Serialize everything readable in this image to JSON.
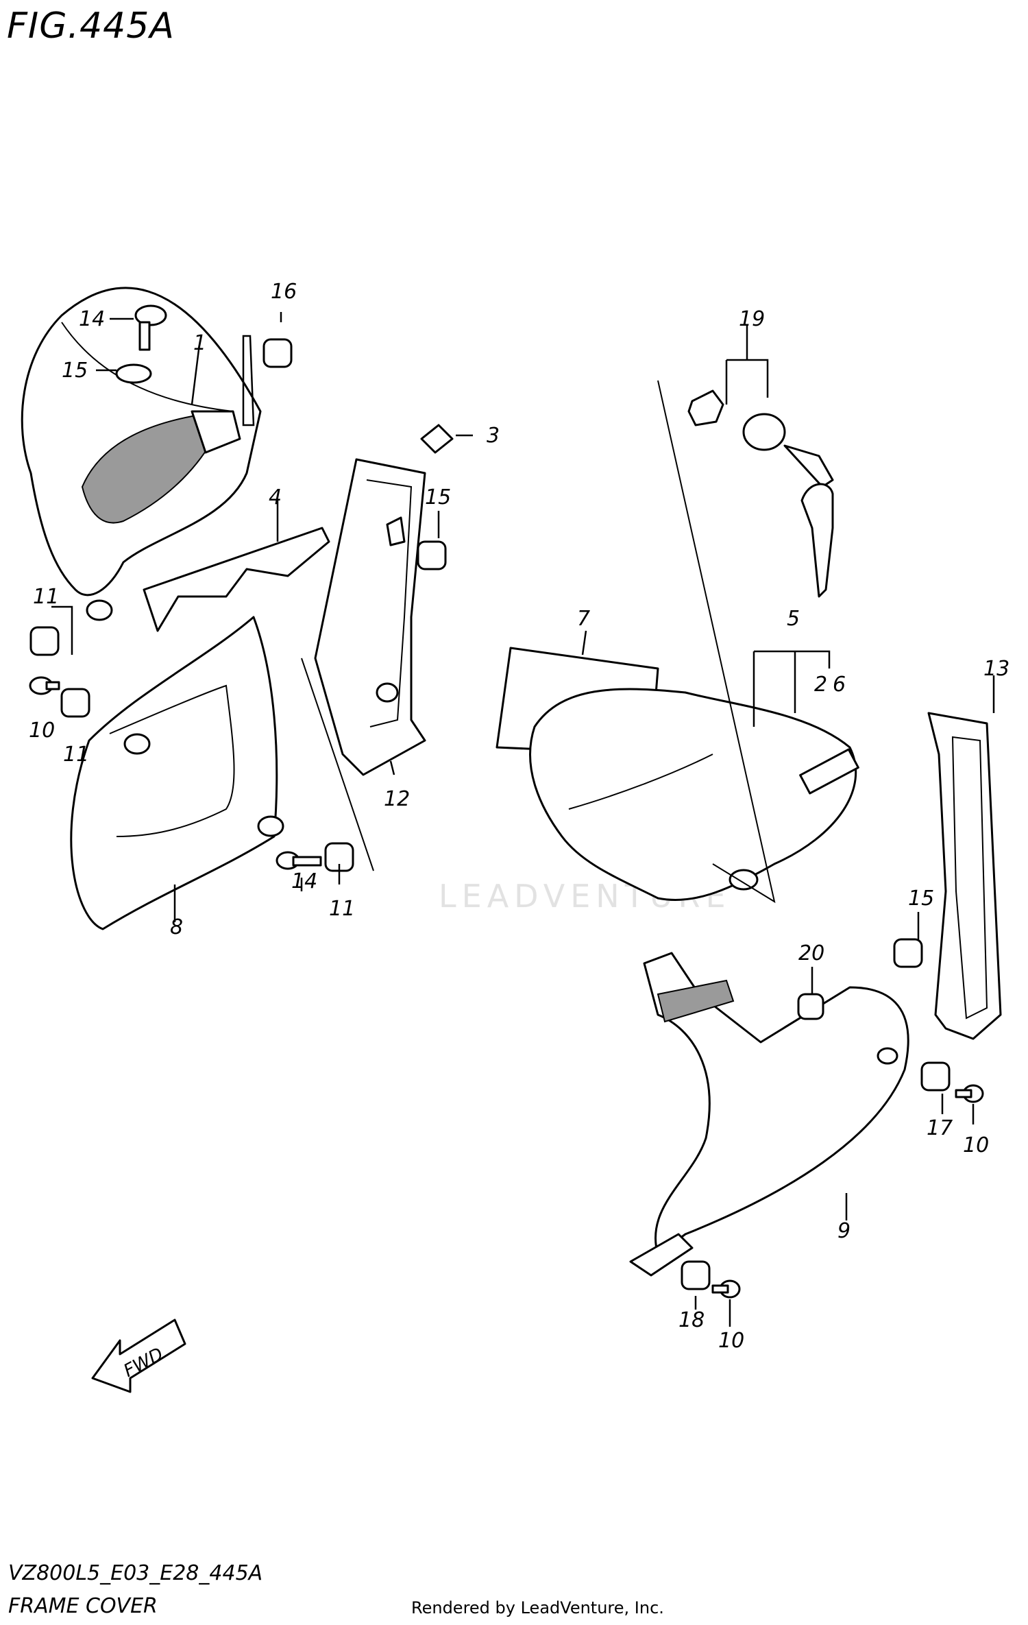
{
  "figure": {
    "title": "FIG.445A",
    "code": "VZ800L5_E03_E28_445A",
    "name": "FRAME COVER",
    "credit": "Rendered by LeadVenture, Inc.",
    "watermark": "LEADVENTURE",
    "fwd_label": "FWD"
  },
  "callouts": [
    "1",
    "2",
    "3",
    "4",
    "5",
    "6",
    "7",
    "8",
    "9",
    "10",
    "11",
    "12",
    "13",
    "14",
    "15",
    "16",
    "17",
    "18",
    "19",
    "20"
  ]
}
